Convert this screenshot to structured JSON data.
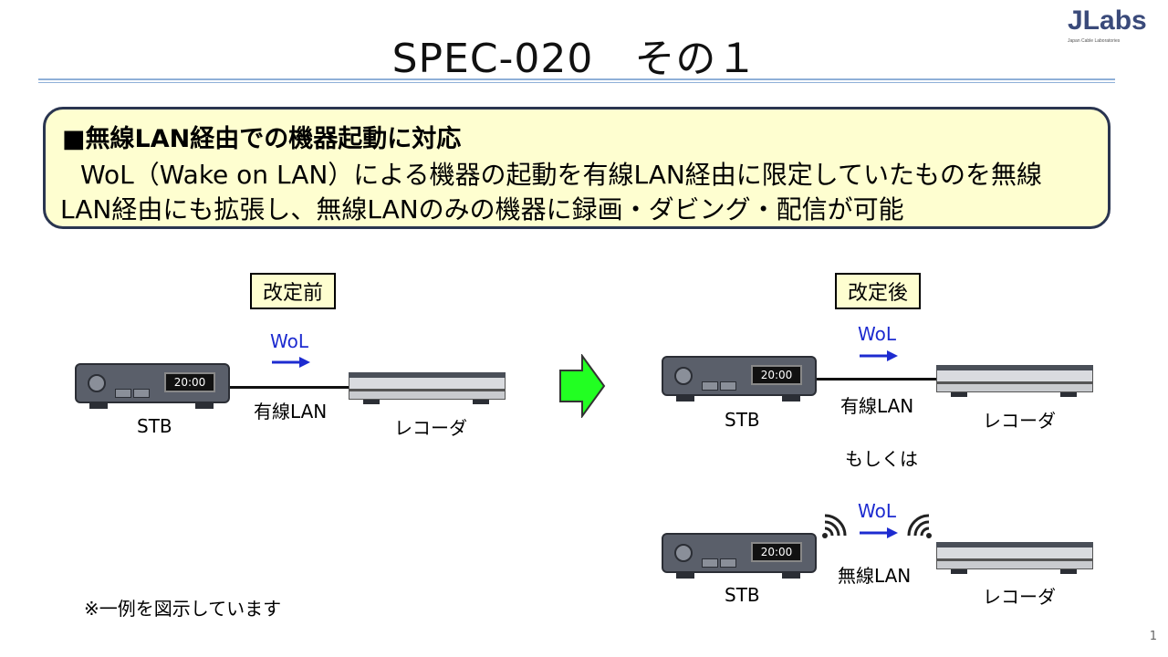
{
  "slide": {
    "title": "SPEC-020　その１",
    "page_number": "1"
  },
  "logo": {
    "text": "JLabs",
    "subtext": "Japan Cable Laboratories"
  },
  "summary": {
    "heading": "■無線LAN経由での機器起動に対応",
    "line1": "WoL（Wake on LAN）による機器の起動を有線LAN経由に限定していたものを無線",
    "line2": "LAN経由にも拡張し、無線LANのみの機器に録画・ダビング・配信が可能"
  },
  "before": {
    "label": "改定前",
    "wol": "WoL",
    "stb_label": "STB",
    "stb_time": "20:00",
    "link": "有線LAN",
    "recorder_label": "レコーダ"
  },
  "after": {
    "label": "改定後",
    "wired": {
      "wol": "WoL",
      "stb_label": "STB",
      "stb_time": "20:00",
      "link": "有線LAN",
      "recorder_label": "レコーダ"
    },
    "or_text": "もしくは",
    "wireless": {
      "wol": "WoL",
      "stb_label": "STB",
      "stb_time": "20:00",
      "link": "無線LAN",
      "recorder_label": "レコーダ"
    }
  },
  "note": "※一例を図示しています",
  "colors": {
    "accent_blue": "#1d2bd0",
    "arrow_green": "#22ff22",
    "box_fill": "#fefed0",
    "box_border": "#2a3550"
  }
}
